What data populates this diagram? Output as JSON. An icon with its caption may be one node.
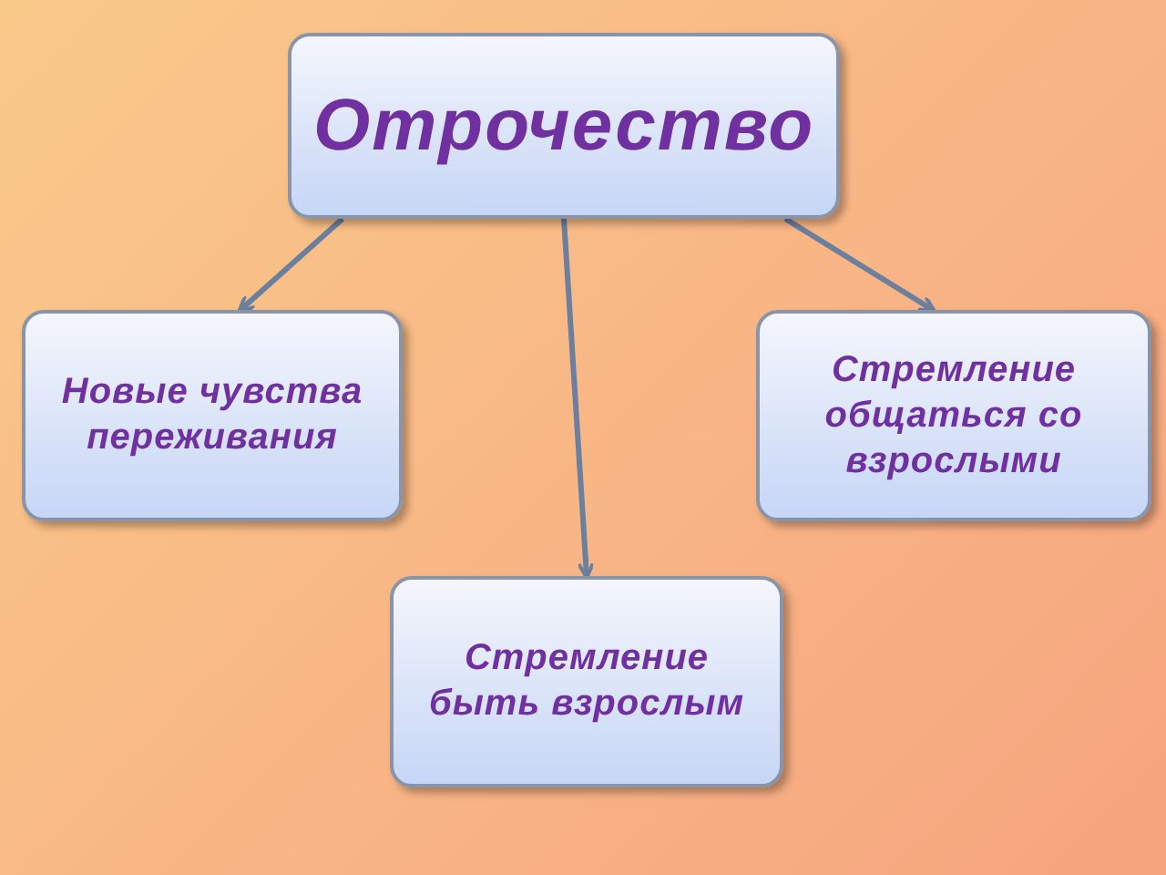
{
  "diagram": {
    "nodes": [
      {
        "text": [
          "Отрочество"
        ]
      },
      {
        "text": [
          "Новые чувства переживания"
        ]
      },
      {
        "text": [
          "Стремление общаться со взрослыми"
        ]
      },
      {
        "text": [
          "Стремление быть взрослым"
        ]
      }
    ],
    "edges": [
      {
        "from": 0,
        "to": 1,
        "arrow": "to"
      },
      {
        "from": 0,
        "to": 2,
        "arrow": "to"
      },
      {
        "from": 0,
        "to": 3,
        "arrow": "to"
      }
    ]
  }
}
